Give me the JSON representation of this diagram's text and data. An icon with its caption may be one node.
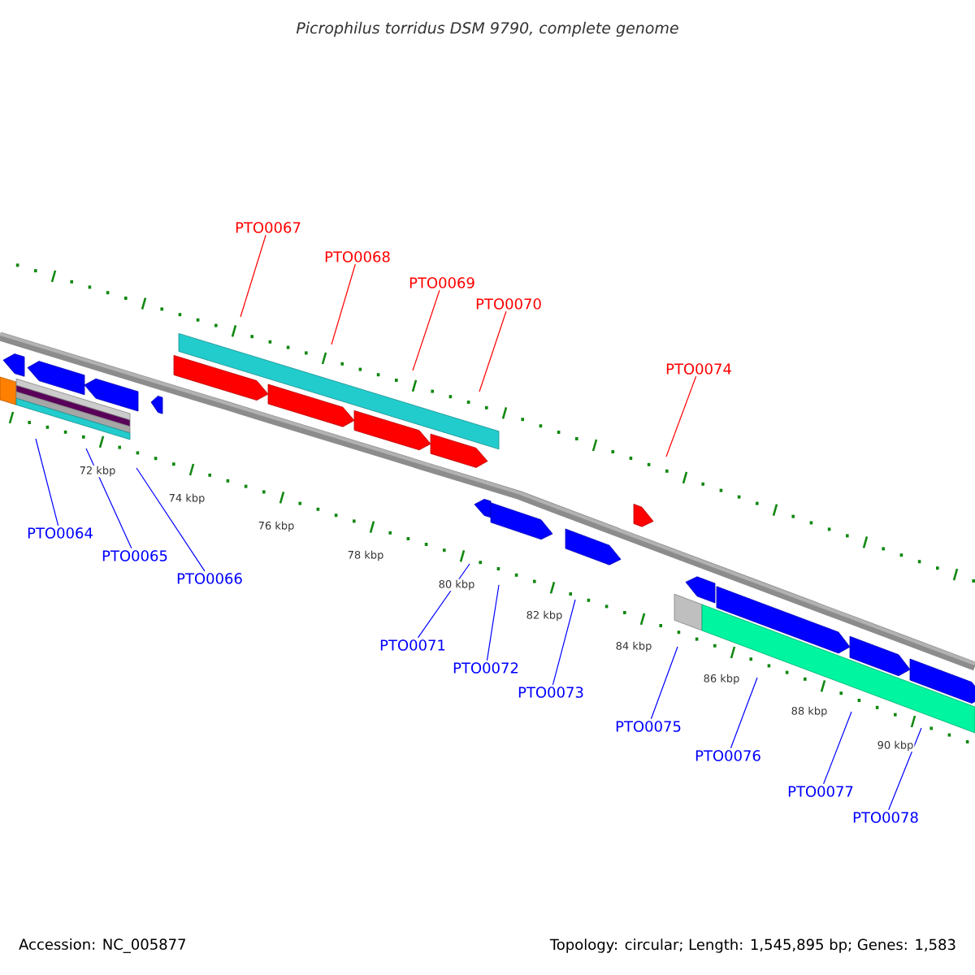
{
  "diagram": {
    "title": "Picrophilus torridus DSM 9790, complete genome",
    "nodes": [
      {
        "text": [
          "PTO0064"
        ]
      },
      {
        "text": [
          "PTO0065"
        ]
      },
      {
        "text": [
          "PTO0066"
        ]
      },
      {
        "text": [
          "PTO0067"
        ]
      },
      {
        "text": [
          "PTO0068"
        ]
      },
      {
        "text": [
          "PTO0069"
        ]
      },
      {
        "text": [
          "PTO0070"
        ]
      },
      {
        "text": [
          "PTO0071"
        ]
      },
      {
        "text": [
          "PTO0072"
        ]
      },
      {
        "text": [
          "PTO0073"
        ]
      },
      {
        "text": [
          "PTO0074"
        ]
      },
      {
        "text": [
          "PTO0075"
        ]
      },
      {
        "text": [
          "PTO0076"
        ]
      },
      {
        "text": [
          "PTO0077"
        ]
      },
      {
        "text": [
          "PTO0078"
        ]
      }
    ],
    "edges": [
      {
        "from": 0,
        "to": null,
        "arrow": "none"
      },
      {
        "from": 1,
        "to": null,
        "arrow": "none"
      },
      {
        "from": 2,
        "to": null,
        "arrow": "none"
      },
      {
        "from": 3,
        "to": null,
        "arrow": "none",
        "color": "#ff0000"
      },
      {
        "from": 4,
        "to": null,
        "arrow": "none",
        "color": "#ff0000"
      },
      {
        "from": 5,
        "to": null,
        "arrow": "none",
        "color": "#ff0000"
      },
      {
        "from": 6,
        "to": null,
        "arrow": "none",
        "color": "#ff0000"
      },
      {
        "from": 7,
        "to": null,
        "arrow": "none"
      },
      {
        "from": 8,
        "to": null,
        "arrow": "none"
      },
      {
        "from": 9,
        "to": null,
        "arrow": "none"
      },
      {
        "from": 10,
        "to": null,
        "arrow": "none",
        "color": "#ff0000"
      },
      {
        "from": 11,
        "to": null,
        "arrow": "none"
      },
      {
        "from": 12,
        "to": null,
        "arrow": "none"
      },
      {
        "from": 13,
        "to": null,
        "arrow": "none"
      },
      {
        "from": 14,
        "to": null,
        "arrow": "none"
      }
    ],
    "labels": [
      "72 kbp",
      "74 kbp",
      "76 kbp",
      "78 kbp",
      "80 kbp",
      "82 kbp",
      "84 kbp",
      "86 kbp",
      "88 kbp",
      "90 kbp",
      "Accession: NC_005877",
      "Topology: circular; Length: 1,545,895 bp; Genes: 1,583"
    ]
  }
}
